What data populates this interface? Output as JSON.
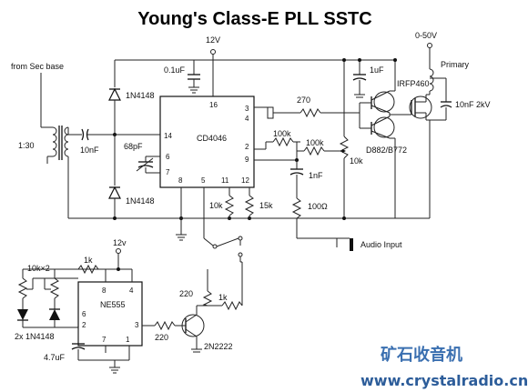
{
  "title": "Young's Class-E PLL SSTC",
  "labels": {
    "supply_12v_top": "12V",
    "supply_0_50v": "0-50V",
    "primary": "Primary",
    "irfp460": "IRFP460",
    "cap_1uf": "1uF",
    "cap_10nf_2kv": "10nF 2kV",
    "from_sec_base": "from Sec base",
    "ratio": "1:30",
    "cap_10nf": "10nF",
    "diode_top": "1N4148",
    "diode_bottom": "1N4148",
    "cap_01uf": "0.1uF",
    "cap_68pf": "68pF",
    "ic_cd4046": "CD4046",
    "res_270": "270",
    "res_100k_a": "100k",
    "res_100k_b": "100k",
    "pot_10k_right": "10k",
    "transistors": "D882/B772",
    "cap_1nf": "1nF",
    "res_100ohm": "100Ω",
    "audio_input": "Audio Input",
    "res_10k": "10k",
    "res_15k": "15k",
    "supply_12v_555": "12v",
    "res_1k_555": "1k",
    "pots_10kx2": "10k×2",
    "ic_ne555": "NE555",
    "diodes_2x": "2x 1N4148",
    "cap_47uf": "4.7uF",
    "res_220_a": "220",
    "res_220_b": "220",
    "res_1k_right": "1k",
    "transistor_2n2222": "2N2222"
  },
  "pins_4046": {
    "p16": "16",
    "p14": "14",
    "p6": "6",
    "p7": "7",
    "p8": "8",
    "p5": "5",
    "p11": "11",
    "p12": "12",
    "p3": "3",
    "p4": "4",
    "p2": "2",
    "p9": "9"
  },
  "pins_555": {
    "p8": "8",
    "p4": "4",
    "p6": "6",
    "p2": "2",
    "p7": "7",
    "p1": "1",
    "p3": "3"
  },
  "watermark": {
    "cn": "矿石收音机",
    "url": "www.crystalradio.cn"
  }
}
